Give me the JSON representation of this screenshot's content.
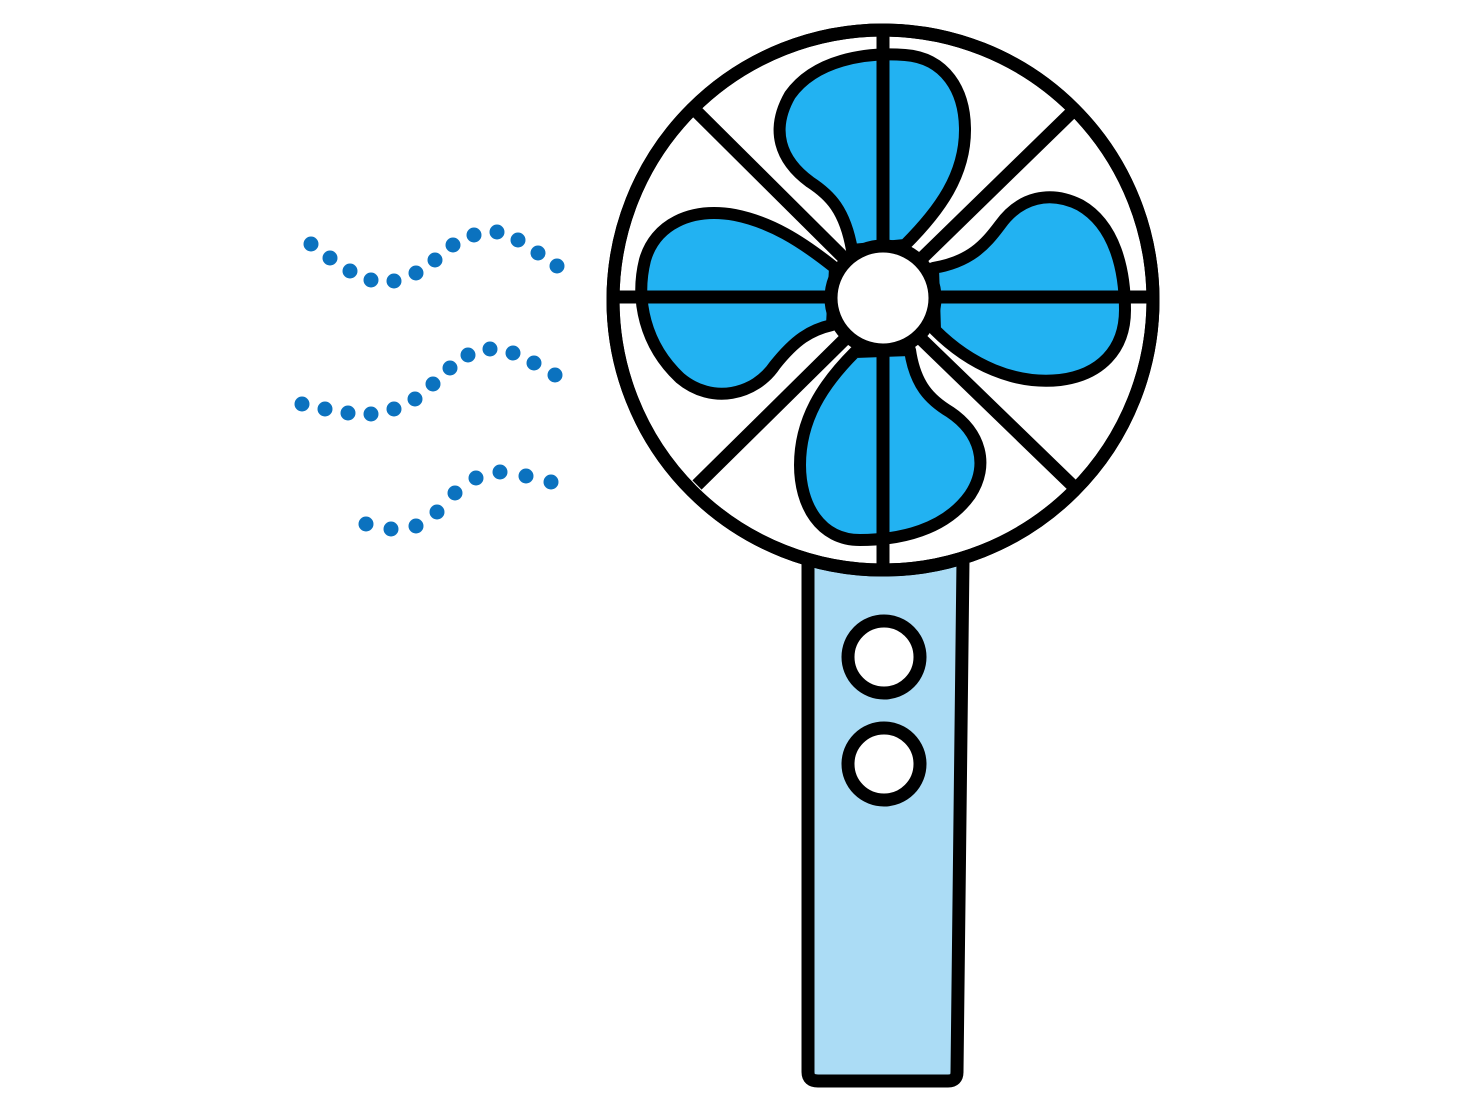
{
  "illustration": {
    "subject": "handheld-fan-icon",
    "colors": {
      "outline": "#000000",
      "blade": "#22b2f2",
      "handle": "#abdcf5",
      "hub_and_buttons": "#ffffff",
      "breeze_dots": "#0b72bf",
      "background": "#ffffff"
    },
    "fan": {
      "blade_count": 4,
      "guard_spokes": 8,
      "buttons": 2
    },
    "breeze": {
      "dotted_lines": 3
    }
  }
}
